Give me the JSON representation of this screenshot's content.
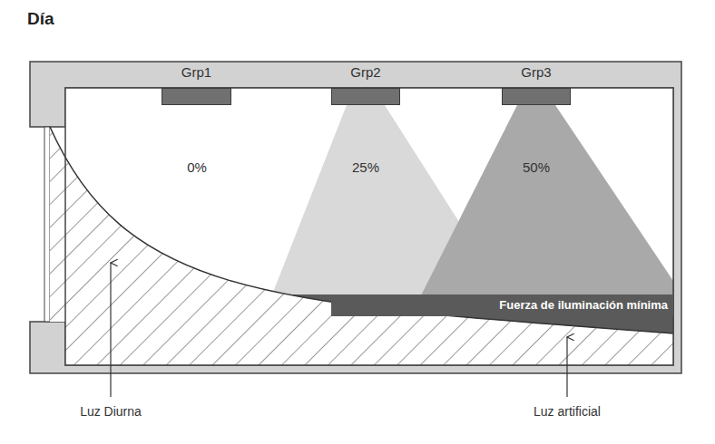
{
  "diagram": {
    "title": "Día",
    "nodes": [
      {
        "text": [
          "Grp1"
        ]
      },
      {
        "text": [
          "Grp2"
        ]
      },
      {
        "text": [
          "Grp3"
        ]
      },
      {
        "text": [
          "Fuerza de iluminación mínima"
        ]
      }
    ],
    "labels": [
      "0%",
      "25%",
      "50%",
      "Luz Diurna",
      "Luz artificial"
    ]
  }
}
